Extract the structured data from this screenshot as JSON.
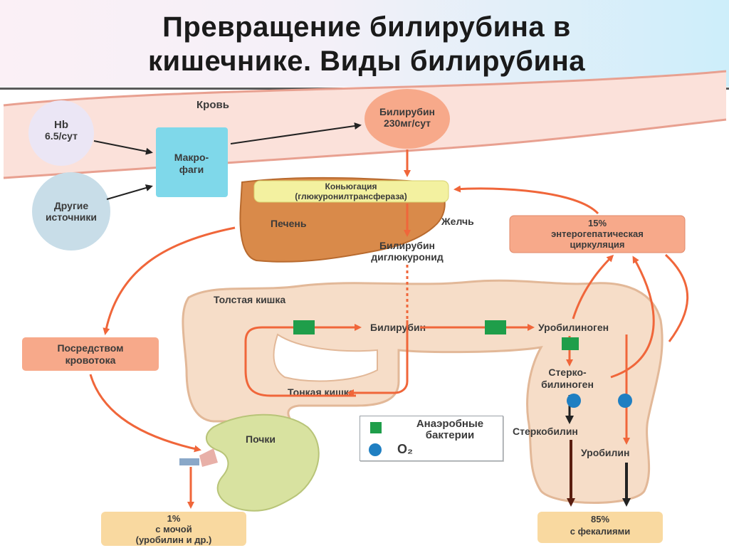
{
  "title": {
    "line1": "Превращение билирубина в",
    "line2": "кишечнике. Виды билирубина"
  },
  "diagram": {
    "blood": "Кровь",
    "hb_1": "Hb",
    "hb_2": "6.5/сут",
    "macro_1": "Макро-",
    "macro_2": "фаги",
    "other_1": "Другие",
    "other_2": "источники",
    "bili_1": "Билирубин",
    "bili_2": "230мг/сут",
    "conj_1": "Коньюгация",
    "conj_2": "(глюкуронилтрансфераза)",
    "liver": "Печень",
    "bile": "Желчь",
    "digluc_1": "Билирубин",
    "digluc_2": "диглюкуронид",
    "entero_1": "15%",
    "entero_2": "энтерогепатическая",
    "entero_3": "циркуляция",
    "colon": "Толстая кишка",
    "bilirubin": "Билирубин",
    "urobilinogen": "Уробилиноген",
    "sterco_1": "Стерко-",
    "sterco_2": "билиноген",
    "stercobilin": "Стеркобилин",
    "urobilin": "Уробилин",
    "small": "Тонкая кишка",
    "blood_path_1": "Посредством",
    "blood_path_2": "кровотока",
    "kidney": "Почки",
    "urine_1": "1%",
    "urine_2": "с мочой",
    "urine_3": "(уробилин и др.)",
    "feces_1": "85%",
    "feces_2": "с фекалиями"
  },
  "legend": {
    "anaerobic_1": "Анаэробные",
    "anaerobic_2": "бактерии",
    "oxygen": "O₂"
  },
  "colors": {
    "arrow": "#f0663a",
    "dark_arrow": "#5a1e10",
    "bacteria": "#1f9e4a",
    "oxygen": "#1f7fc2",
    "label_box": "#f7a98a"
  }
}
